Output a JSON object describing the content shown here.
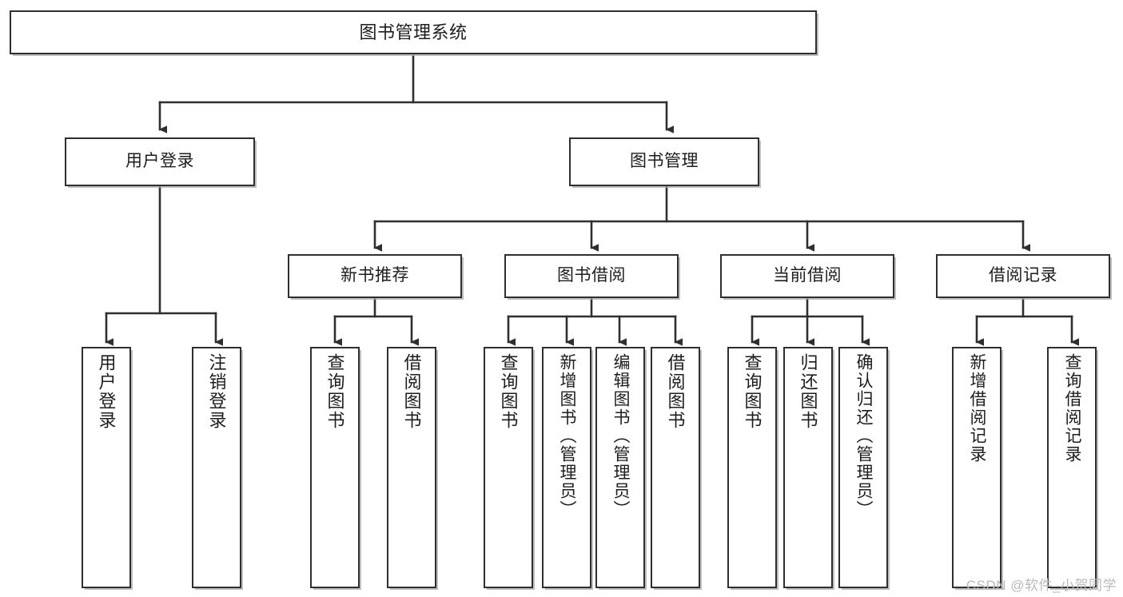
{
  "diagram": {
    "title": "图书管理系统",
    "type": "hierarchy-tree",
    "watermark": "CSDN @软件_小贺同学",
    "colors": {
      "border": "#2f2f2f",
      "shadow": "#aaaaaa",
      "background": "#ffffff",
      "text": "#1d1d1d",
      "watermark": "#b9b9b9"
    },
    "nodes": {
      "root": {
        "label": "图书管理系统"
      },
      "level2": [
        {
          "id": "user-login",
          "label": "用户登录"
        },
        {
          "id": "book-management",
          "label": "图书管理"
        }
      ],
      "level3": [
        {
          "id": "new-book-recommend",
          "label": "新书推荐"
        },
        {
          "id": "book-borrow",
          "label": "图书借阅"
        },
        {
          "id": "current-borrow",
          "label": "当前借阅"
        },
        {
          "id": "borrow-record",
          "label": "借阅记录"
        }
      ],
      "leaves": {
        "user-login": [
          {
            "id": "leaf-user-login",
            "label": "用户登录"
          },
          {
            "id": "leaf-logout-login",
            "label": "注销登录"
          }
        ],
        "new-book-recommend": [
          {
            "id": "leaf-query-book-1",
            "label": "查询图书"
          },
          {
            "id": "leaf-borrow-book-1",
            "label": "借阅图书"
          }
        ],
        "book-borrow": [
          {
            "id": "leaf-query-book-2",
            "label": "查询图书"
          },
          {
            "id": "leaf-add-book",
            "label": "新增图书（管理员）"
          },
          {
            "id": "leaf-edit-book",
            "label": "编辑图书（管理员）"
          },
          {
            "id": "leaf-borrow-book-2",
            "label": "借阅图书"
          }
        ],
        "current-borrow": [
          {
            "id": "leaf-query-book-3",
            "label": "查询图书"
          },
          {
            "id": "leaf-return-book",
            "label": "归还图书"
          },
          {
            "id": "leaf-confirm-return",
            "label": "确认归还（管理员）"
          }
        ],
        "borrow-record": [
          {
            "id": "leaf-add-record",
            "label": "新增借阅记录"
          },
          {
            "id": "leaf-query-record",
            "label": "查询借阅记录"
          }
        ]
      }
    }
  }
}
